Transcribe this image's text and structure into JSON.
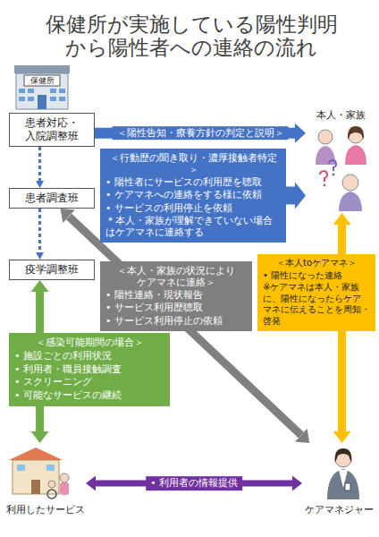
{
  "diagram": {
    "title": "保健所が実施している陽性判明 から陽性者への連絡の流れ",
    "nodes": [
      {
        "text": [
          "患者対応・ 入院調整班"
        ]
      },
      {
        "text": [
          "患者調査班"
        ]
      },
      {
        "text": [
          "疫学調整班"
        ]
      },
      {
        "text": [
          "本人・家族"
        ]
      },
      {
        "text": [
          "ケアマネジャー"
        ]
      },
      {
        "text": [
          "利用したサービス"
        ]
      },
      {
        "text": [
          "＜行動歴の聞き取り・濃厚接触者特定＞",
          "• 陽性者にサービスの利用歴を聴取",
          "• ケアマネへの連絡をする様に依頼",
          "• サービスの利用停止を依頼",
          "＊本人・家族が理解できていない場合 はケアマネに連絡する"
        ]
      },
      {
        "text": [
          "＜本人・家族の状況により ケアマネに連絡＞",
          "• 陽性連絡・現状報告",
          "• サービス利用歴聴取",
          "• サービス利用停止の依頼"
        ]
      },
      {
        "text": [
          "＜感染可能期間の場合＞",
          "• 施設ごとの利用状況",
          "• 利用者・職員接触調査",
          "• スクリーニング",
          "• 可能なサービスの継続"
        ]
      },
      {
        "text": [
          "＜本人toケアマネ＞",
          "• 陽性になった連絡",
          "※ケアマネは本人・家族 に、陽性になったらケア マネに伝えることを周知・ 啓発"
        ]
      }
    ],
    "edges": [
      {
        "from": 0,
        "to": 1,
        "arrow": "to"
      },
      {
        "from": 1,
        "to": 2,
        "arrow": "to"
      },
      {
        "from": 0,
        "to": 3,
        "label": "＜陽性告知・療養方針の判定と説明＞",
        "arrow": "to"
      },
      {
        "from": 6,
        "to": 3,
        "arrow": "to"
      },
      {
        "from": 1,
        "to": 4,
        "arrow": "both"
      },
      {
        "from": 2,
        "to": 5,
        "arrow": "both"
      },
      {
        "from": 3,
        "to": 4,
        "arrow": "both"
      },
      {
        "from": 5,
        "to": 4,
        "label": "• 利用者の情報提供",
        "arrow": "both"
      }
    ],
    "labels": [
      "保健所"
    ]
  }
}
